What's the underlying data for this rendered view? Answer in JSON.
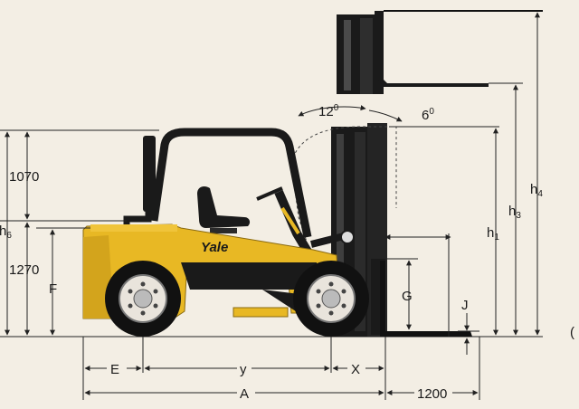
{
  "diagram": {
    "colors": {
      "background": "#f3eee4",
      "body_yellow": "#e8b824",
      "body_dark": "#1a1a1a",
      "dim_line": "#222222"
    },
    "brand": "Yale",
    "labels": {
      "tilt_back": "12",
      "tilt_back_unit": "0",
      "tilt_fwd": "6",
      "tilt_fwd_unit": "0",
      "h6": "h",
      "h6_sub": "6",
      "h1": "h",
      "h1_sub": "1",
      "h3": "h",
      "h3_sub": "3",
      "h4": "h",
      "h4_sub": "4",
      "dim_1070": "1070",
      "dim_1270": "1270",
      "F": "F",
      "G": "G",
      "J": "J",
      "E": "E",
      "y": "y",
      "X": "X",
      "A": "A",
      "dim_1200": "1200",
      "edge_paren": "("
    }
  }
}
